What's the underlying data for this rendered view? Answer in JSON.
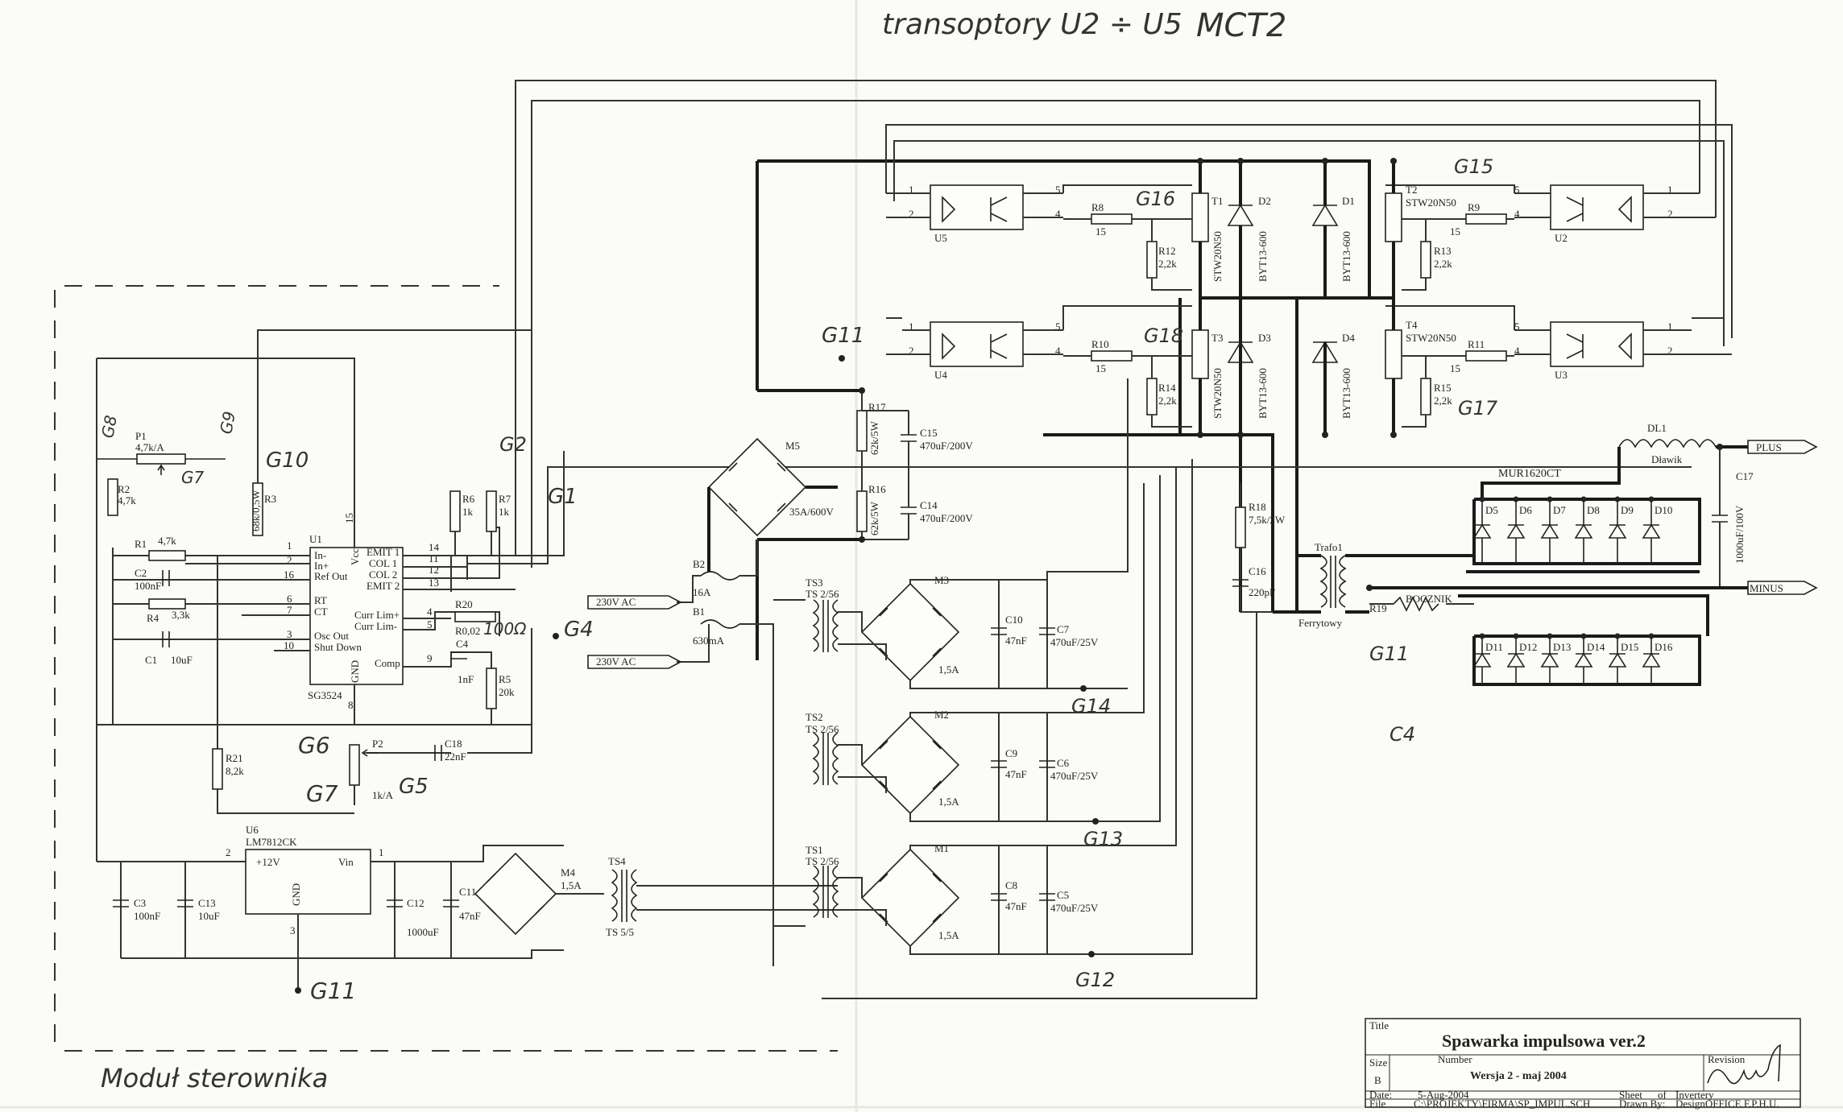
{
  "handwritten": {
    "header_note": "transoptory U2 ÷ U5",
    "header_part": "MCT2",
    "module_label": "Moduł sterownika",
    "G1": "G1",
    "G2": "G2",
    "G4": "G4",
    "G5": "G5",
    "G6": "G6",
    "G7": "G7",
    "G8": "G8",
    "G9": "G9",
    "G10": "G10",
    "G11_a": "G11",
    "G11_b": "G11",
    "G11_c": "G11",
    "G12": "G12",
    "G13": "G13",
    "G14": "G14",
    "G15": "G15",
    "G16": "G16",
    "G17": "G17",
    "G18": "G18",
    "C4_note": "C4",
    "R_note": "100Ω"
  },
  "components": {
    "U1": "U1",
    "U1_part": "SG3524",
    "U1_pins_left": [
      "In-",
      "In+",
      "Ref Out",
      "RT",
      "CT",
      "Osc Out",
      "Shut Down"
    ],
    "U1_pins_right": [
      "EMIT 1",
      "COL 1",
      "COL 2",
      "EMIT 2",
      "Curr Lim+",
      "Curr Lim-",
      "Comp"
    ],
    "U1_vcc": "Vcc",
    "U1_gnd": "GND",
    "U1_pin_nums_left": [
      "1",
      "2",
      "16",
      "6",
      "7",
      "3",
      "10"
    ],
    "U1_pin_nums_right": [
      "14",
      "11",
      "12",
      "13",
      "4",
      "5",
      "9"
    ],
    "U1_pin15": "15",
    "U1_pin8": "8",
    "P1": "P1",
    "P1_val": "4,7k/A",
    "R2": "R2",
    "R2_val": "4,7k",
    "R1": "R1",
    "R1_val": "4,7k",
    "C2": "C2",
    "C2_val": "100nF",
    "R4": "R4",
    "R4_val": "3,3k",
    "C1": "C1",
    "C1_val": "10uF",
    "R3": "R3",
    "R3_val": "68k/0,5W",
    "R6": "R6",
    "R6_val": "1k",
    "R7": "R7",
    "R7_val": "1k",
    "R20": "R20",
    "R20_val": "R0,02",
    "C4": "C4",
    "C4_val": "1nF",
    "R5": "R5",
    "R5_val": "20k",
    "R21": "R21",
    "R21_val": "8,2k",
    "P2": "P2",
    "P2_val": "1k/A",
    "C18": "C18",
    "C18_val": "22nF",
    "U6": "U6",
    "U6_part": "LM7812CK",
    "U6_out": "+12V",
    "U6_in": "Vin",
    "U6_gnd": "GND",
    "U6_pin2": "2",
    "U6_pin1": "1",
    "U6_pin3": "3",
    "C3": "C3",
    "C3_val": "100nF",
    "C13": "C13",
    "C13_val": "10uF",
    "C12": "C12",
    "C12_val": "1000uF",
    "C11": "C11",
    "C11_val": "47nF",
    "M4": "M4",
    "M4_val": "1,5A",
    "TS4": "TS4",
    "TS4_val": "TS 5/5",
    "M5": "M5",
    "M5_val": "35A/600V",
    "R17": "R17",
    "R17_val": "62k/5W",
    "C15": "C15",
    "C15_val": "470uF/200V",
    "R16": "R16",
    "R16_val": "62k/5W",
    "C14": "C14",
    "C14_val": "470uF/200V",
    "B2": "B2",
    "B2_val": "16A",
    "B1": "B1",
    "B1_val": "630mA",
    "ac1": "230V AC",
    "ac2": "230V AC",
    "TS3": "TS3",
    "TS3_val": "TS 2/56",
    "TS2": "TS2",
    "TS2_val": "TS 2/56",
    "TS1": "TS1",
    "TS1_val": "TS 2/56",
    "M3": "M3",
    "M3_val": "1,5A",
    "M2": "M2",
    "M2_val": "1,5A",
    "M1": "M1",
    "M1_val": "1,5A",
    "C10": "C10",
    "C10_val": "47nF",
    "C7": "C7",
    "C7_val": "470uF/25V",
    "C9": "C9",
    "C9_val": "47nF",
    "C6": "C6",
    "C6_val": "470uF/25V",
    "C8": "C8",
    "C8_val": "47nF",
    "C5": "C5",
    "C5_val": "470uF/25V",
    "U5": "U5",
    "U4": "U4",
    "U2": "U2",
    "U3": "U3",
    "R8": "R8",
    "R8_val": "15",
    "R9": "R9",
    "R9_val": "15",
    "R10": "R10",
    "R10_val": "15",
    "R11": "R11",
    "R11_val": "15",
    "R12": "R12",
    "R12_val": "2,2k",
    "R13": "R13",
    "R13_val": "2,2k",
    "R14": "R14",
    "R14_val": "2,2k",
    "R15": "R15",
    "R15_val": "2,2k",
    "T1": "T1",
    "T1_part": "STW20N50",
    "T2": "T2",
    "T2_part": "STW20N50",
    "T3": "T3",
    "T3_part": "STW20N50",
    "T4": "T4",
    "T4_part": "STW20N50",
    "D1": "D1",
    "D2": "D2",
    "D3": "D3",
    "D4": "D4",
    "D_part": "BYT13-600",
    "DL1": "DL1",
    "DL1_val": "Dławik",
    "C17": "C17",
    "C17_val": "1000uF/100V",
    "diode_group": "MUR1620CT",
    "diodes_top": [
      "D5",
      "D6",
      "D7",
      "D8",
      "D9",
      "D10"
    ],
    "diodes_bottom": [
      "D11",
      "D12",
      "D13",
      "D14",
      "D15",
      "D16"
    ],
    "R18": "R18",
    "R18_val": "7,5k/2W",
    "C16": "C16",
    "C16_val": "220pF",
    "trafo": "Trafo1",
    "trafo_type": "Ferrytowy",
    "R19": "R19",
    "R19_val": "BOCZNIK",
    "plus": "PLUS",
    "minus": "MINUS",
    "opto_pins": [
      "1",
      "2",
      "4",
      "5"
    ]
  },
  "title_block": {
    "title_label": "Title",
    "title": "Spawarka impulsowa ver.2",
    "size_label": "Size",
    "size": "B",
    "number_label": "Number",
    "number": "Wersja 2 - maj 2004",
    "revision_label": "Revision",
    "date_label": "Date:",
    "date": "5-Aug-2004",
    "sheet_label": "Sheet",
    "of_label": "of",
    "sheet_value": "Invertery",
    "file_label": "File",
    "file": "C:\\PROJEKTY\\FIRMA\\SP_IMPUL.SCH",
    "drawn_label": "Drawn By:",
    "drawn": "DesignOFFICE F.P.H.U."
  },
  "colors": {
    "ink": "#222222",
    "paper": "#fbfbf7"
  }
}
